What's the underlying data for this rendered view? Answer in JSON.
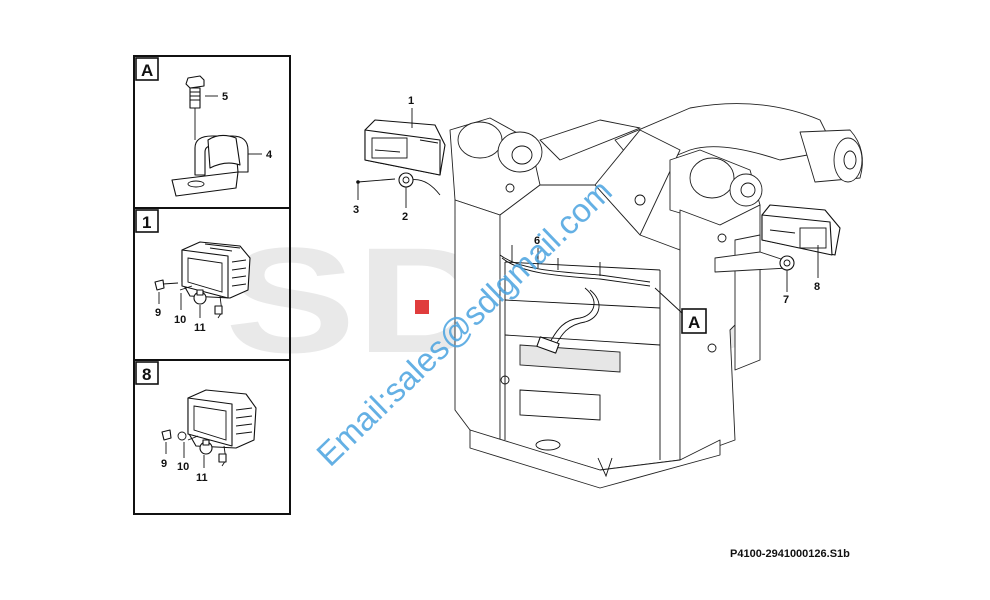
{
  "figure_code": "P4100-2941000126.S1b",
  "watermark": {
    "logo_text": "SDLG",
    "email": "Email:sales@sdlgmail.com",
    "logo_dot_color": "#e03c3c",
    "email_color": "#4aa3e0"
  },
  "detail_boxes": [
    {
      "label": "A",
      "callouts": [
        "5",
        "4"
      ]
    },
    {
      "label": "1",
      "callouts": [
        "9",
        "10",
        "11"
      ]
    },
    {
      "label": "8",
      "callouts": [
        "9",
        "10",
        "11"
      ]
    }
  ],
  "main_callouts": {
    "c1": "1",
    "c2": "2",
    "c3": "3",
    "c6": "6",
    "c7": "7",
    "c8": "8",
    "ref_a": "A"
  }
}
